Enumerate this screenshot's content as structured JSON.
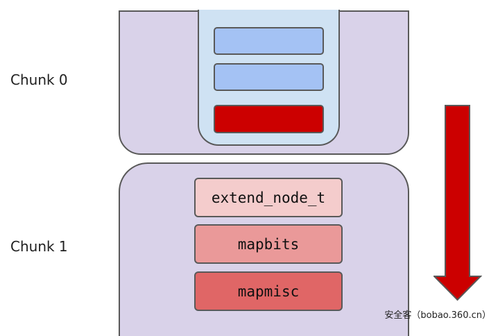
{
  "chunks": [
    {
      "label": "Chunk 0"
    },
    {
      "label": "Chunk 1"
    }
  ],
  "chunk1_structs": [
    "extend_node_t",
    "mapbits",
    "mapmisc"
  ],
  "colors": {
    "chunk_fill": "#d9d2e9",
    "header_fill": "#cfe2f3",
    "slot_blue": "#a4c2f4",
    "slot_red": "#cc0000",
    "extend_fill": "#f4cccc",
    "mapbits_fill": "#ea9999",
    "mapmisc_fill": "#e06666",
    "arrow": "#cc0000",
    "border": "#595959"
  },
  "watermark": "安全客（bobao.360.cn）"
}
